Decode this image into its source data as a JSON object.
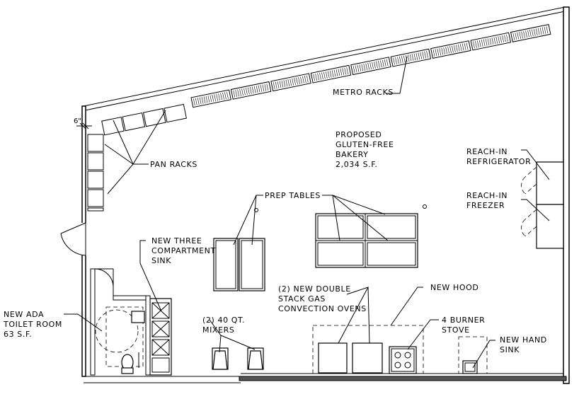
{
  "labels": {
    "metro_racks": "METRO RACKS",
    "pan_racks": "PAN RACKS",
    "dimension": "6\"",
    "bakery_title_1": "PROPOSED",
    "bakery_title_2": "GLUTEN-FREE",
    "bakery_title_3": "BAKERY",
    "bakery_area": "2,034 S.F.",
    "reach_in_refrigerator_1": "REACH-IN",
    "reach_in_refrigerator_2": "REFRIGERATOR",
    "reach_in_freezer_1": "REACH-IN",
    "reach_in_freezer_2": "FREEZER",
    "prep_tables": "PREP TABLES",
    "three_comp_sink_1": "NEW THREE",
    "three_comp_sink_2": "COMPARTMENT",
    "three_comp_sink_3": "SINK",
    "ovens_1": "(2) NEW DOUBLE",
    "ovens_2": "STACK GAS",
    "ovens_3": "CONVECTION OVENS",
    "new_hood": "NEW HOOD",
    "stove_1": "4 BURNER",
    "stove_2": "STOVE",
    "hand_sink_1": "NEW HAND",
    "hand_sink_2": "SINK",
    "mixers_1": "(2) 40 QT.",
    "mixers_2": "MIXERS",
    "toilet_1": "NEW ADA",
    "toilet_2": "TOILET ROOM",
    "toilet_3": "63 S.F."
  },
  "colors": {
    "line": "#000000",
    "background": "#ffffff",
    "wall_fill": "#555555"
  }
}
